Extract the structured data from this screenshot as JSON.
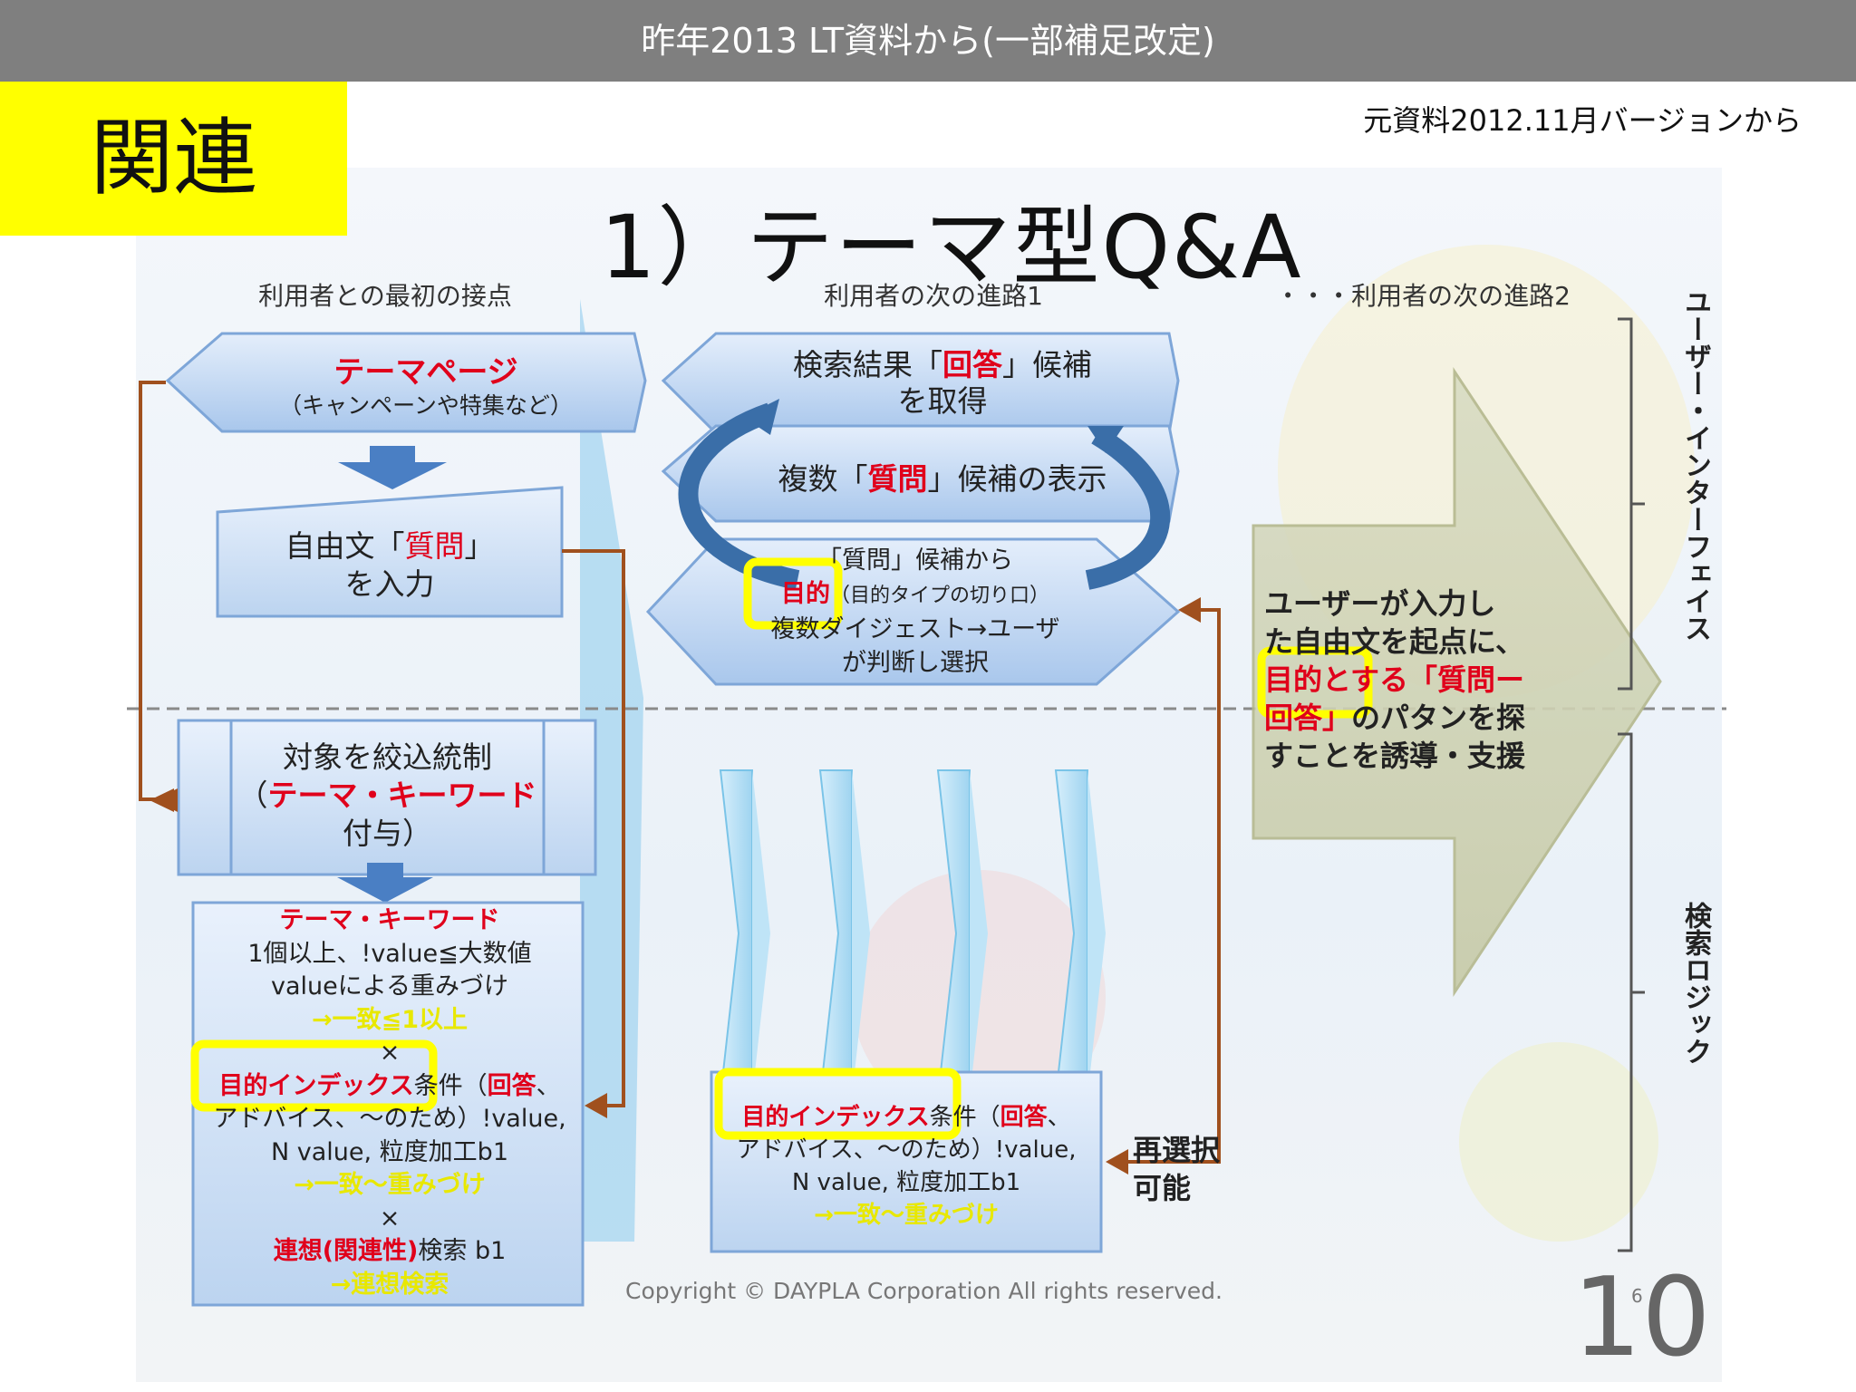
{
  "header": {
    "title": "昨年2013 LT資料から(一部補足改定)"
  },
  "tag": {
    "label": "関連"
  },
  "source_note": "元資料2012.11月バージョンから",
  "slide": {
    "title": "1）テーマ型Q&A",
    "col_heads": [
      "利用者との最初の接点",
      "利用者の次の進路1",
      "・・・利用者の次の進路2"
    ],
    "theme_page": {
      "title": "テーマページ",
      "sub": "（キャンペーンや特集など）"
    },
    "free_text": {
      "pre": "自由文「",
      "red": "質問",
      "post": "」",
      "line2": "を入力"
    },
    "narrow": {
      "line1": "対象を絞込統制",
      "paren_open": "（",
      "red": "テーマ・キーワード",
      "line3": "付与）"
    },
    "criteria_box": {
      "red_title": "テーマ・キーワード",
      "line2": "1個以上、!value≦大数値",
      "line3": "valueによる重みづけ",
      "yellow1": "→一致≦1以上",
      "times": "×",
      "idx_red": "目的インデックス",
      "idx_rest": "条件（",
      "idx_red2": "回答",
      "idx_rest2": "、",
      "line6": "アドバイス、～のため）!value,",
      "line7": "N value, 粒度加工b1",
      "yellow2": "→一致～重みづけ",
      "times2": "×",
      "assoc_red": "連想(関連性)",
      "assoc_rest": "検索 b1",
      "yellow3": "→連想検索"
    },
    "search_result": {
      "pre": "検索結果「",
      "red": "回答",
      "post": "」候補",
      "line2": "を取得"
    },
    "multi_question": {
      "pre": "複数「",
      "red": "質問",
      "post": "」候補の表示"
    },
    "digest": {
      "line1": "「質問」候補から",
      "red": "目的",
      "line2_rest": "（目的タイプの切り口）",
      "line3": "複数ダイジェスト→ユーザ",
      "line4": "が判断し選択"
    },
    "criteria_box2": {
      "idx_red": "目的インデックス",
      "idx_rest": "条件（",
      "idx_red2": "回答",
      "idx_rest2": "、",
      "line2": "アドバイス、～のため）!value,",
      "line3": "N value, 粒度加工b1",
      "yellow": "→一致～重みづけ"
    },
    "reselect": {
      "line1": "再選択",
      "line2": "可能"
    },
    "big_arrow": {
      "line1": "ユーザーが入力し",
      "line2": "た自由文を起点に、",
      "red1": "目的とする「質問ー",
      "red2": "回答」",
      "line4_rest": "のパタンを探",
      "line5": "すことを誘導・支援"
    },
    "side_labels": {
      "top": "ユーザー・インターフェイス",
      "bottom": "検索ロジック"
    },
    "copyright": "Copyright © DAYPLA Corporation All rights reserved.",
    "page_small": "6",
    "page_number": "10"
  },
  "colors": {
    "highlight": "#ffff00",
    "accent_red": "#e0001b",
    "arrow_brown": "#a0501e",
    "box_blue": "#cfe0f6"
  }
}
